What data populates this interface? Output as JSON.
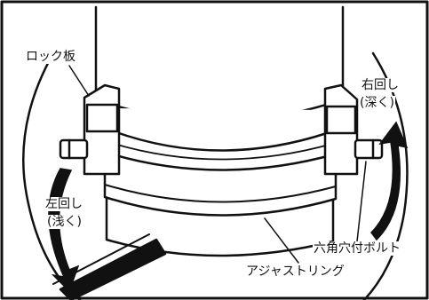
{
  "labels": {
    "lock_plate": "ロック板",
    "right_turn": "右回し",
    "right_turn_note": "(深く)",
    "left_turn": "左回し",
    "left_turn_note": "(浅く)",
    "hex_bolt": "六角穴付ボルト",
    "adjust_ring": "アジャストリング"
  },
  "colors": {
    "line": "#111111",
    "fill": "#ffffff",
    "background": "#ffffff"
  },
  "icons": {
    "right_arrow": "curved-arrow-up-icon",
    "left_arrow": "curved-arrow-down-icon"
  }
}
